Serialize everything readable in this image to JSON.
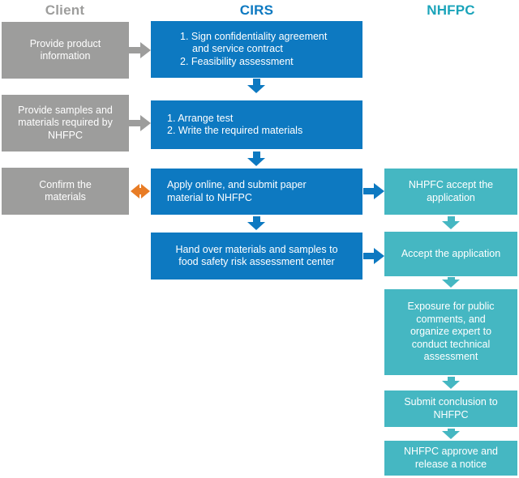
{
  "colors": {
    "gray": "#9d9d9c",
    "blue": "#0d79c1",
    "teal": "#45b7c2",
    "teal_header": "#1ba4ba",
    "orange": "#e87c25",
    "text": "#ffffff"
  },
  "headers": {
    "client": "Client",
    "cirs": "CIRS",
    "nhfpc": "NHFPC"
  },
  "client": {
    "provide_product": [
      "Provide product",
      "information"
    ],
    "provide_samples": [
      "Provide samples and",
      "materials required by",
      "NHFPC"
    ],
    "confirm_materials": [
      "Confirm the",
      "materials"
    ]
  },
  "cirs": {
    "sign_agreement": [
      "1. Sign confidentiality agreement",
      "and service contract",
      "2. Feasibility assessment"
    ],
    "arrange_test": [
      "1. Arrange test",
      "2. Write the required materials"
    ],
    "apply_online": [
      "Apply online, and submit paper",
      "material to NHFPC"
    ],
    "hand_over": [
      "Hand over materials and samples to",
      "food safety risk assessment center"
    ]
  },
  "nhfpc": {
    "accept_application": [
      "NHPFC accept the",
      "application"
    ],
    "accept_application_2": [
      "Accept the application"
    ],
    "exposure": [
      "Exposure for public",
      "comments, and",
      "organize expert to",
      "conduct technical",
      "assessment"
    ],
    "submit_conclusion": [
      "Submit conclusion to",
      "NHFPC"
    ],
    "approve_release": [
      "NHFPC approve and",
      "release a notice"
    ]
  }
}
